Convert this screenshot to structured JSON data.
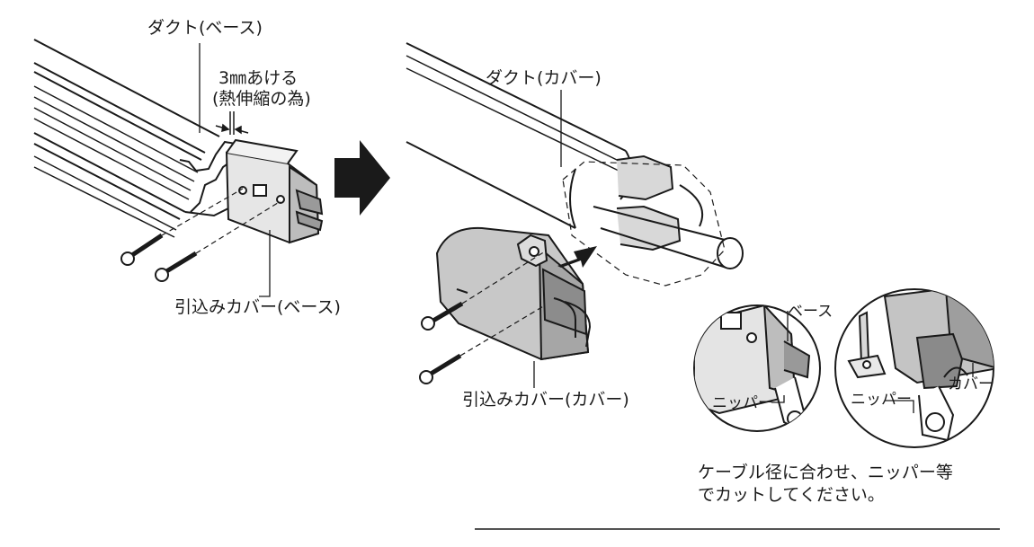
{
  "left_figure": {
    "label_duct_base": "ダクト(ベース)",
    "label_gap_line1": "3㎜あける",
    "label_gap_line2": "(熱伸縮の為)",
    "label_entry_cover_base": "引込みカバー(ベース)"
  },
  "right_figure": {
    "label_duct_cover": "ダクト(カバー)",
    "label_entry_cover_cover": "引込みカバー(カバー)"
  },
  "detail_left": {
    "label_base": "ベース",
    "label_nipper": "ニッパー"
  },
  "detail_right": {
    "label_nipper": "ニッパー",
    "label_cover": "カバー"
  },
  "note": {
    "line1": "ケーブル径に合わせ、ニッパー等",
    "line2": "でカットしてください。"
  },
  "colors": {
    "line": "#1a1a1a",
    "fill_light": "#ececec",
    "fill_mid": "#d0d0d0",
    "fill_dark": "#9a9a9a",
    "arrow": "#1a1a1a"
  }
}
